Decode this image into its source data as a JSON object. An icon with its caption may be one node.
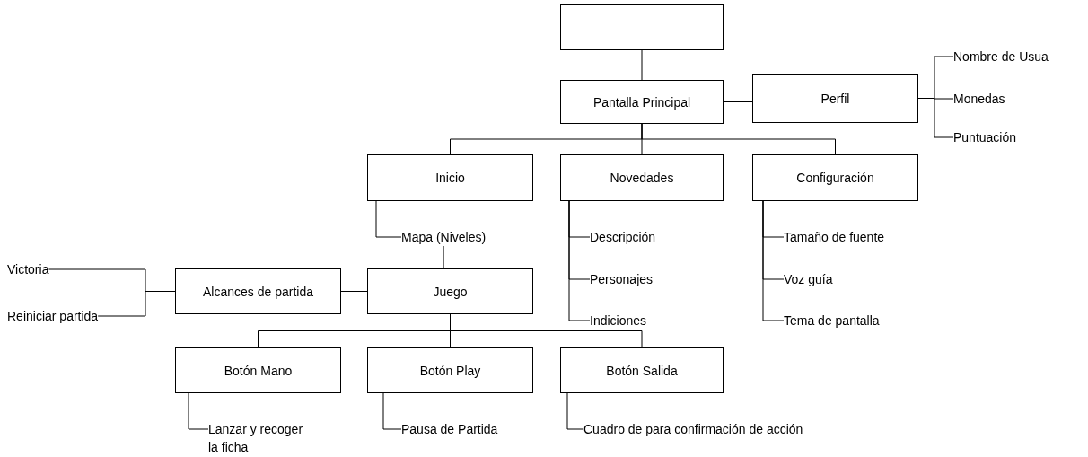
{
  "diagram": {
    "nodes": [
      {
        "text": [],
        "shape": "box"
      },
      {
        "text": [
          "Pantalla Principal"
        ]
      },
      {
        "text": [
          "Perfil"
        ]
      },
      {
        "text": [
          "Nombre de Usua"
        ]
      },
      {
        "text": [
          "Monedas"
        ]
      },
      {
        "text": [
          "Puntuación"
        ]
      },
      {
        "text": [
          "Inicio"
        ]
      },
      {
        "text": [
          "Novedades"
        ]
      },
      {
        "text": [
          "Configuración"
        ]
      },
      {
        "text": [
          "Mapa (Niveles)"
        ]
      },
      {
        "text": [
          "Descripción"
        ]
      },
      {
        "text": [
          "Personajes"
        ]
      },
      {
        "text": [
          "Indiciones"
        ]
      },
      {
        "text": [
          "Tamaño de fuente"
        ]
      },
      {
        "text": [
          "Voz guía"
        ]
      },
      {
        "text": [
          "Tema de pantalla"
        ]
      },
      {
        "text": [
          "Juego"
        ]
      },
      {
        "text": [
          "Alcances de partida"
        ]
      },
      {
        "text": [
          "Victoria"
        ]
      },
      {
        "text": [
          "Reiniciar partida"
        ]
      },
      {
        "text": [
          "Botón Mano"
        ]
      },
      {
        "text": [
          "Botón Play"
        ]
      },
      {
        "text": [
          "Botón Salida"
        ]
      },
      {
        "text": [
          "Lanzar y recoger la ficha"
        ]
      },
      {
        "text": [
          "Pausa de Partida"
        ]
      },
      {
        "text": [
          "Cuadro de para confirmación de acción"
        ]
      }
    ],
    "edges": [
      {
        "from": 0,
        "to": 1,
        "arrow": "none"
      },
      {
        "from": 1,
        "to": 2,
        "arrow": "none"
      },
      {
        "from": 2,
        "to": 3,
        "arrow": "none"
      },
      {
        "from": 2,
        "to": 4,
        "arrow": "none"
      },
      {
        "from": 2,
        "to": 5,
        "arrow": "none"
      },
      {
        "from": 1,
        "to": 6,
        "arrow": "none"
      },
      {
        "from": 1,
        "to": 7,
        "arrow": "none"
      },
      {
        "from": 1,
        "to": 8,
        "arrow": "none"
      },
      {
        "from": 6,
        "to": 9,
        "arrow": "none"
      },
      {
        "from": 7,
        "to": 10,
        "arrow": "none"
      },
      {
        "from": 7,
        "to": 11,
        "arrow": "none"
      },
      {
        "from": 7,
        "to": 12,
        "arrow": "none"
      },
      {
        "from": 8,
        "to": 13,
        "arrow": "none"
      },
      {
        "from": 8,
        "to": 14,
        "arrow": "none"
      },
      {
        "from": 8,
        "to": 15,
        "arrow": "none"
      },
      {
        "from": 9,
        "to": 16,
        "arrow": "none"
      },
      {
        "from": 16,
        "to": 17,
        "arrow": "none"
      },
      {
        "from": 17,
        "to": 18,
        "arrow": "none"
      },
      {
        "from": 17,
        "to": 19,
        "arrow": "none"
      },
      {
        "from": 16,
        "to": 20,
        "arrow": "none"
      },
      {
        "from": 16,
        "to": 21,
        "arrow": "none"
      },
      {
        "from": 16,
        "to": 22,
        "arrow": "none"
      },
      {
        "from": 20,
        "to": 23,
        "arrow": "none"
      },
      {
        "from": 21,
        "to": 24,
        "arrow": "none"
      },
      {
        "from": 22,
        "to": 25,
        "arrow": "none"
      }
    ]
  }
}
